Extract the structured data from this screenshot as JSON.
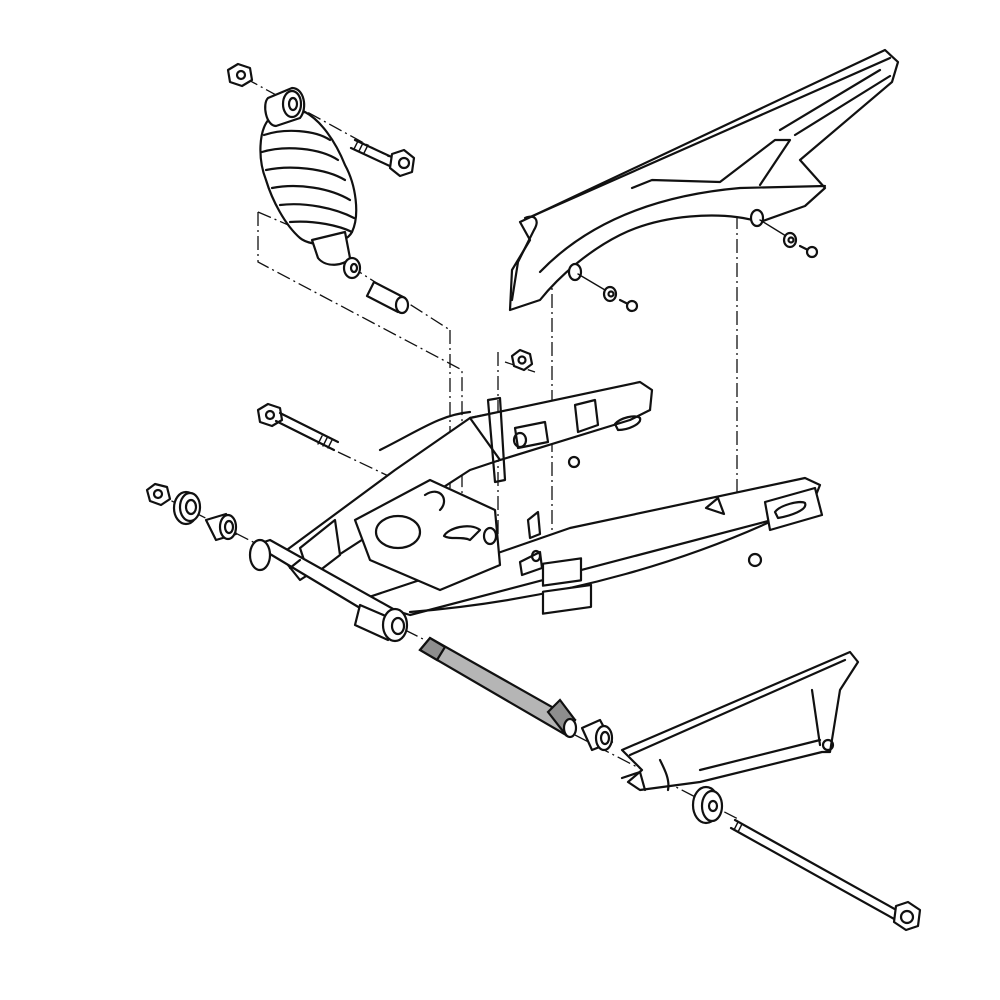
{
  "diagram": {
    "type": "exploded-parts-view",
    "subject": "Rear swingarm assembly",
    "background": "#ffffff",
    "line_color": "#111111",
    "highlight_color": "#b5b5b5",
    "highlight_dark_color": "#8e8e8e",
    "highlighted_part": "swingarm-pivot-spacer-sleeve",
    "text_labels": [],
    "parts": [
      {
        "id": "shock-upper-nut",
        "kind": "nut"
      },
      {
        "id": "rear-shock-absorber",
        "kind": "shock-with-spring"
      },
      {
        "id": "shock-upper-bolt",
        "kind": "bolt"
      },
      {
        "id": "shock-lower-bushing",
        "kind": "bushing"
      },
      {
        "id": "shock-lower-collar",
        "kind": "collar"
      },
      {
        "id": "chain-guard",
        "kind": "cover"
      },
      {
        "id": "chain-guard-front-grommet",
        "kind": "grommet"
      },
      {
        "id": "chain-guard-front-screw",
        "kind": "screw"
      },
      {
        "id": "chain-guard-rear-grommet",
        "kind": "grommet"
      },
      {
        "id": "chain-guard-rear-screw",
        "kind": "screw"
      },
      {
        "id": "shock-lower-nut",
        "kind": "nut"
      },
      {
        "id": "shock-lower-bolt",
        "kind": "bolt"
      },
      {
        "id": "swingarm",
        "kind": "frame"
      },
      {
        "id": "pivot-nut",
        "kind": "nut"
      },
      {
        "id": "pivot-dust-seal-left",
        "kind": "seal"
      },
      {
        "id": "pivot-needle-bearing-left",
        "kind": "bearing"
      },
      {
        "id": "swingarm-pivot-spacer-sleeve",
        "kind": "sleeve",
        "highlighted": true
      },
      {
        "id": "pivot-needle-bearing-right",
        "kind": "bearing"
      },
      {
        "id": "chain-slider-guide",
        "kind": "bracket"
      },
      {
        "id": "pivot-dust-seal-right",
        "kind": "seal"
      },
      {
        "id": "swingarm-pivot-bolt",
        "kind": "bolt"
      }
    ]
  }
}
